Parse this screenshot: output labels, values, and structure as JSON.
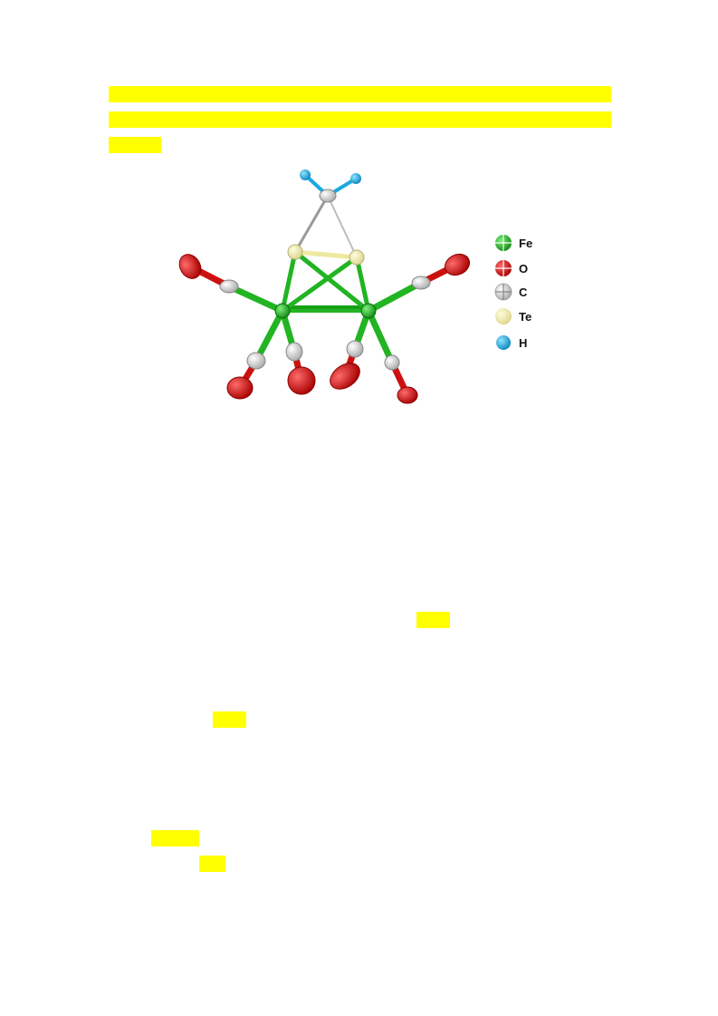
{
  "page": {
    "background": "#ffffff",
    "highlight_color": "#ffff00"
  },
  "highlights": [
    {
      "name": "caption-highlight-line-1"
    },
    {
      "name": "caption-highlight-line-2"
    },
    {
      "name": "caption-highlight-line-3"
    },
    {
      "name": "text-highlight-1"
    },
    {
      "name": "text-highlight-2"
    },
    {
      "name": "text-highlight-3"
    },
    {
      "name": "text-highlight-4"
    }
  ],
  "figure": {
    "legend": [
      {
        "symbol": "Fe",
        "label": "Fe",
        "color": "#22b422"
      },
      {
        "symbol": "O",
        "label": "O",
        "color": "#dd1111"
      },
      {
        "symbol": "C",
        "label": "C",
        "color": "#dcdcdc"
      },
      {
        "symbol": "Te",
        "label": "Te",
        "color": "#f3f0a6"
      },
      {
        "symbol": "H",
        "label": "H",
        "color": "#1aa8e0"
      }
    ]
  }
}
